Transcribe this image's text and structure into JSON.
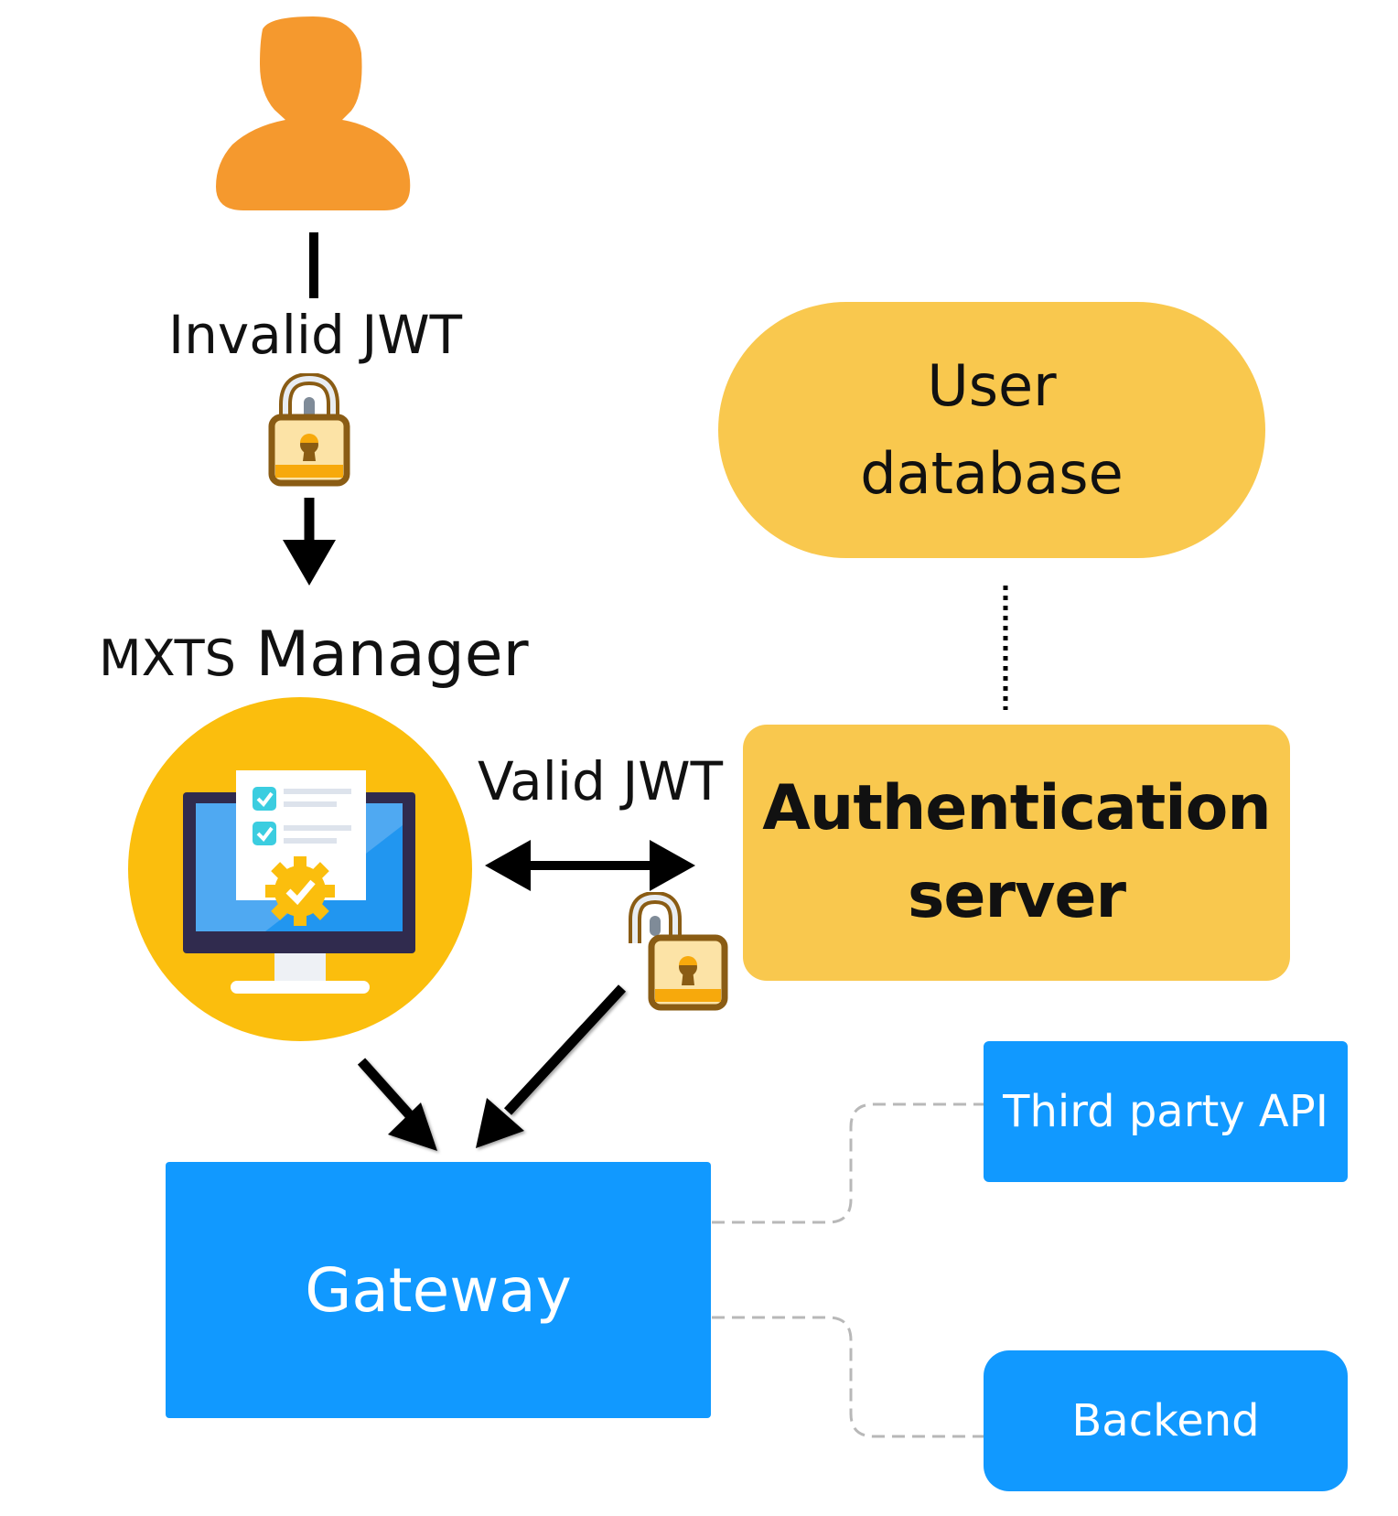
{
  "diagram": {
    "title": "JWT authentication flow",
    "nodes": {
      "user": {
        "icon": "user-icon",
        "color": "#F5992E"
      },
      "user_database": {
        "line1": "User",
        "line2": "database",
        "color": "#F9C84E"
      },
      "mxts_manager": {
        "prefix": "MXTS",
        "name": "Manager",
        "icon": "monitor-checklist-icon",
        "color": "#FBBE0D"
      },
      "authentication_server": {
        "line1": "Authentication",
        "line2": "server",
        "color": "#F9C84E"
      },
      "gateway": {
        "label": "Gateway",
        "color": "#1199FF"
      },
      "third_party_api": {
        "label": "Third party API",
        "color": "#1199FF"
      },
      "backend": {
        "label": "Backend",
        "color": "#1199FF"
      }
    },
    "edges": [
      {
        "from": "user",
        "to": "mxts_manager",
        "label": "Invalid JWT",
        "icon": "lock-closed-icon",
        "style": "solid-arrow"
      },
      {
        "from": "mxts_manager",
        "to": "authentication_server",
        "label": "Valid JWT",
        "style": "double-arrow"
      },
      {
        "from": "authentication_server",
        "to": "gateway",
        "icon": "lock-open-icon",
        "style": "solid-arrow"
      },
      {
        "from": "mxts_manager",
        "to": "gateway",
        "style": "solid-arrow"
      },
      {
        "from": "user_database",
        "to": "authentication_server",
        "style": "dotted"
      },
      {
        "from": "gateway",
        "to": "third_party_api",
        "style": "dashed"
      },
      {
        "from": "gateway",
        "to": "backend",
        "style": "dashed"
      }
    ]
  }
}
